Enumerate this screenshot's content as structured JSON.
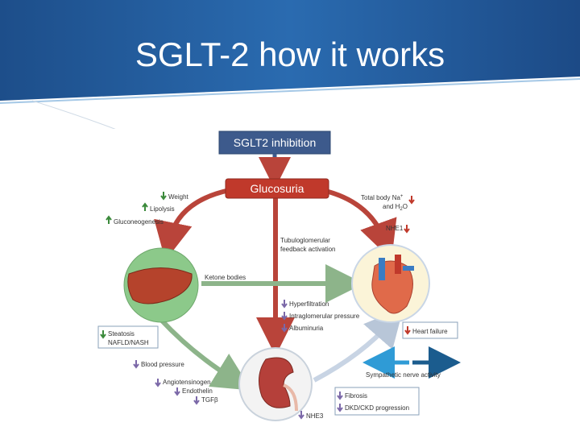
{
  "slide": {
    "title": "SGLT-2 how it works"
  },
  "diagram": {
    "top_box": "SGLT2 inhibition",
    "center_box": "Glucosuria",
    "left_effects": [
      "Weight",
      "Lipolysis",
      "Gluconeogenesis"
    ],
    "right_effects": {
      "sodium_line1": "Total body Na",
      "sodium_sup": "+",
      "sodium_line2": "and H",
      "sodium_sub": "2",
      "sodium_o": "O",
      "nhe1": "NHE1"
    },
    "feedback_line1": "Tubuloglomerular",
    "feedback_line2": "feedback activation",
    "ketone": "Ketone bodies",
    "kidney_effects": [
      "Hyperfiltration",
      "Intraglomerular pressure",
      "Albuminuria"
    ],
    "steatosis_box": [
      "Steatosis",
      "NAFLD/NASH"
    ],
    "blood_pressure": "Blood pressure",
    "hormones": [
      "Angiotensinogen",
      "Endothelin",
      "TGFβ"
    ],
    "heart_failure": "Heart failure",
    "sympathetic": "Sympathetic nerve activity",
    "renal_box": [
      "Fibrosis",
      "DKD/CKD progression"
    ],
    "nhe3": "NHE3",
    "colors": {
      "red_arrow": "#b9443a",
      "green_arrow": "#8db48a",
      "gray_arrow": "#9aa3a8",
      "top_box": "#3d5a8c",
      "center_box": "#c0392b",
      "down_arrow": "#7b68a8",
      "up_arrow": "#3b8a3b"
    }
  }
}
